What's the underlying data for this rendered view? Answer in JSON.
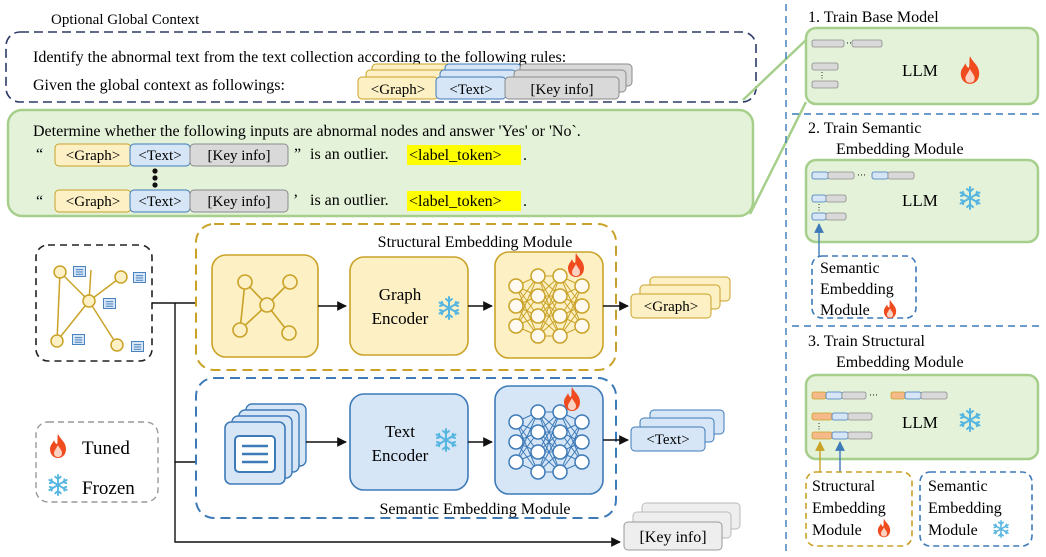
{
  "context": {
    "label": "Optional Global Context",
    "line1": "Identify the abnormal text from the text collection according to the following rules:",
    "line2": "Given the global context as followings:"
  },
  "tokens": {
    "graph": "<Graph>",
    "text": "<Text>",
    "key_info": "[Key info]",
    "label": "<label_token>"
  },
  "prompt": {
    "line1": "Determine whether the following inputs are abnormal nodes and answer 'Yes' or 'No`.",
    "open_quote": "“",
    "close_quote_1": "”",
    "close_quote_2": "’",
    "suffix": "is an outlier."
  },
  "structural_module": {
    "title": "Structural Embedding Module",
    "encoder_line1": "Graph",
    "encoder_line2": "Encoder"
  },
  "semantic_module": {
    "title": "Semantic Embedding Module",
    "encoder_line1": "Text",
    "encoder_line2": "Encoder"
  },
  "legend": {
    "tuned": "Tuned",
    "frozen": "Frozen"
  },
  "stages": {
    "s1": {
      "title": "1.   Train Base Model",
      "llm": "LLM"
    },
    "s2": {
      "title_line1": "2.   Train Semantic",
      "title_line2": "Embedding Module",
      "llm": "LLM",
      "module_line1": "Semantic",
      "module_line2": "Embedding",
      "module_line3": "Module"
    },
    "s3": {
      "title_line1": "3.   Train Structural",
      "title_line2": "Embedding Module",
      "llm": "LLM",
      "struct_line1": "Structural",
      "struct_line2": "Embedding",
      "struct_line3": "Module",
      "sem_line1": "Semantic",
      "sem_line2": "Embedding",
      "sem_line3": "Module"
    }
  },
  "colors": {
    "gold": "#c9a227",
    "gold_fill": "#fdf0c4",
    "blue": "#3d7ab8",
    "blue_fill": "#d6e6f7",
    "green": "#a6cf8c",
    "green_fill": "#e4f2d9",
    "gray": "#8a8a8a",
    "gray_fill": "#d9d9d9",
    "highlight": "#ffff00",
    "fire": "#ef4b1f",
    "snow": "#56b6e0",
    "orange_token": "#f5b98a"
  },
  "icons": [
    "fire-icon",
    "snowflake-icon",
    "graph-icon",
    "neural-network-icon",
    "document-stack-icon",
    "text-card-icon"
  ]
}
